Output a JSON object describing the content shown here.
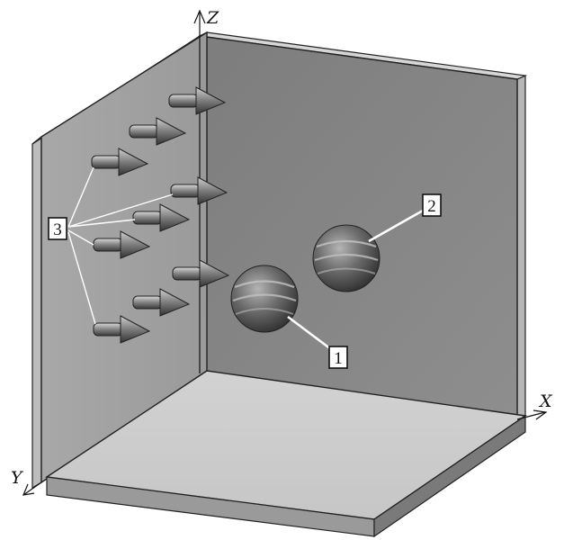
{
  "axes": {
    "z": "Z",
    "x": "X",
    "y": "Y"
  },
  "callouts": {
    "sphere1": "1",
    "sphere2": "2",
    "arrows": "3"
  }
}
